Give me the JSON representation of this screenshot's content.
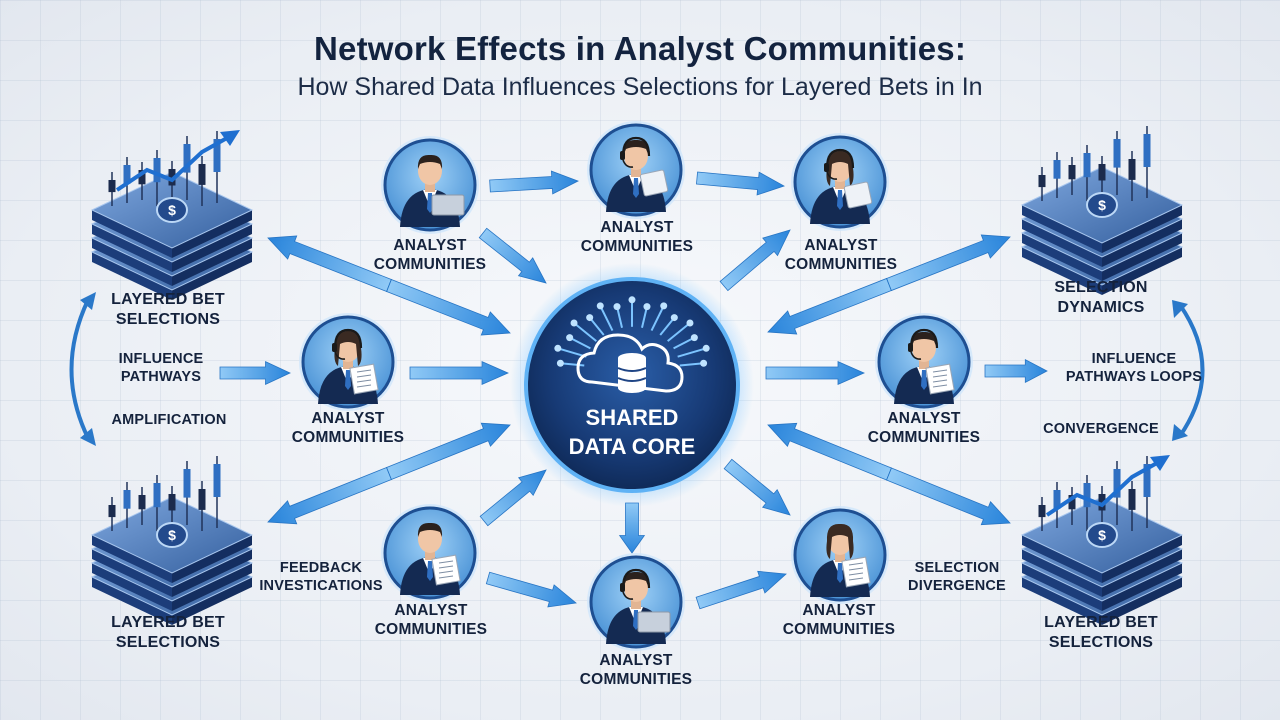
{
  "title": "Network Effects in Analyst Communities:",
  "subtitle": "How Shared Data Influences Selections for Layered Bets in In",
  "core": {
    "line1": "SHARED",
    "line2": "DATA CORE"
  },
  "analysts": [
    {
      "line1": "ANALYST",
      "line2": "COMMUNITIES"
    },
    {
      "line1": "ANALYST",
      "line2": "COMMUNITIES"
    },
    {
      "line1": "ANALYST",
      "line2": "COMMUNITIES"
    },
    {
      "line1": "ANALYST",
      "line2": "COMMUNITIES"
    },
    {
      "line1": "ANALYST",
      "line2": "COMMUNITIES"
    },
    {
      "line1": "ANALYST",
      "line2": "COMMUNITIES"
    },
    {
      "line1": "ANALYST",
      "line2": "COMMUNITIES"
    },
    {
      "line1": "ANALYST",
      "line2": "COMMUNITIES"
    }
  ],
  "stacks": {
    "top_left": {
      "line1": "LAYERED BET",
      "line2": "SELECTIONS"
    },
    "top_right": {
      "line1": "SELECTION",
      "line2": "DYNAMICS"
    },
    "bottom_left": {
      "line1": "LAYERED BET",
      "line2": "SELECTIONS"
    },
    "bottom_right": {
      "line1": "LAYERED BET",
      "line2": "SELECTIONS"
    }
  },
  "side_labels": {
    "influence_pathways": {
      "line1": "INFLUENCE",
      "line2": "PATHWAYS"
    },
    "amplification": "AMPLIFICATION",
    "influence_pathways_loops": {
      "line1": "INFLUENCE",
      "line2": "PATHWAYS LOOPS"
    },
    "convergence": "CONVERGENCE",
    "feedback_investigations": {
      "line1": "FEEDBACK",
      "line2": "INVESTICATIONS"
    },
    "selection_divergence": {
      "line1": "SELECTION",
      "line2": "DIVERGENCE"
    }
  },
  "icons": {
    "currency": "$"
  },
  "colors": {
    "navy": "#13254a",
    "accent": "#2f8fe0",
    "arrow": "#3a97e8"
  }
}
